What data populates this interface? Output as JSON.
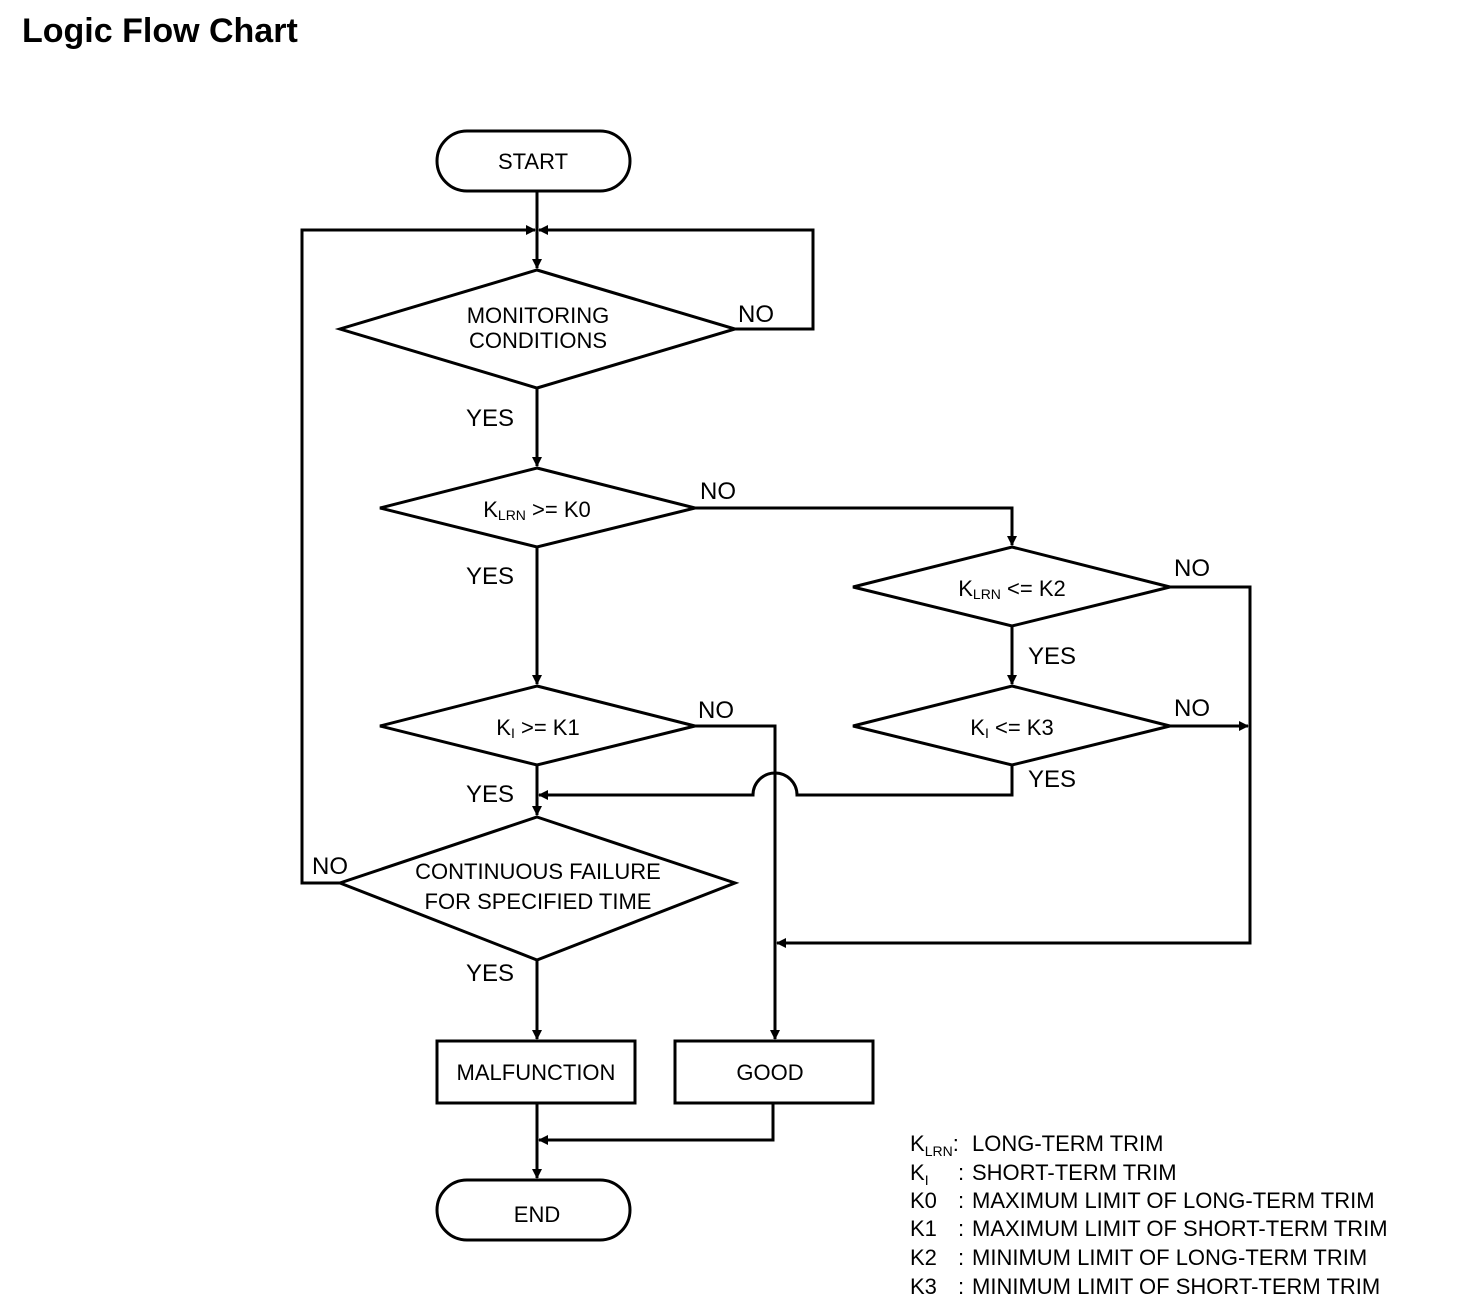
{
  "title": "Logic Flow Chart",
  "nodes": {
    "start": "START",
    "monitoring": [
      "MONITORING",
      "CONDITIONS"
    ],
    "klrn_ge_k0": {
      "k": "K",
      "sub": "LRN",
      "rest": " >= K0"
    },
    "klrn_le_k2": {
      "k": "K",
      "sub": "LRN",
      "rest": " <= K2"
    },
    "ki_ge_k1": {
      "k": "K",
      "sub": "I",
      "rest": " >= K1"
    },
    "ki_le_k3": {
      "k": "K",
      "sub": "I",
      "rest": " <= K3"
    },
    "continuous": [
      "CONTINUOUS FAILURE",
      "FOR SPECIFIED TIME"
    ],
    "malfunction": "MALFUNCTION",
    "good": "GOOD",
    "end": "END"
  },
  "branch_labels": {
    "yes": "YES",
    "no": "NO"
  },
  "legend": [
    {
      "k": "K",
      "sub": "LRN",
      "sep": ":",
      "desc": "LONG-TERM TRIM"
    },
    {
      "k": "K",
      "sub": "I",
      "sep": ":",
      "desc": "SHORT-TERM TRIM"
    },
    {
      "k": "K0",
      "sub": "",
      "sep": ":",
      "desc": "MAXIMUM LIMIT OF LONG-TERM TRIM"
    },
    {
      "k": "K1",
      "sub": "",
      "sep": ":",
      "desc": "MAXIMUM LIMIT OF SHORT-TERM TRIM"
    },
    {
      "k": "K2",
      "sub": "",
      "sep": ":",
      "desc": "MINIMUM LIMIT OF LONG-TERM TRIM"
    },
    {
      "k": "K3",
      "sub": "",
      "sep": ":",
      "desc": "MINIMUM LIMIT OF SHORT-TERM TRIM"
    }
  ]
}
